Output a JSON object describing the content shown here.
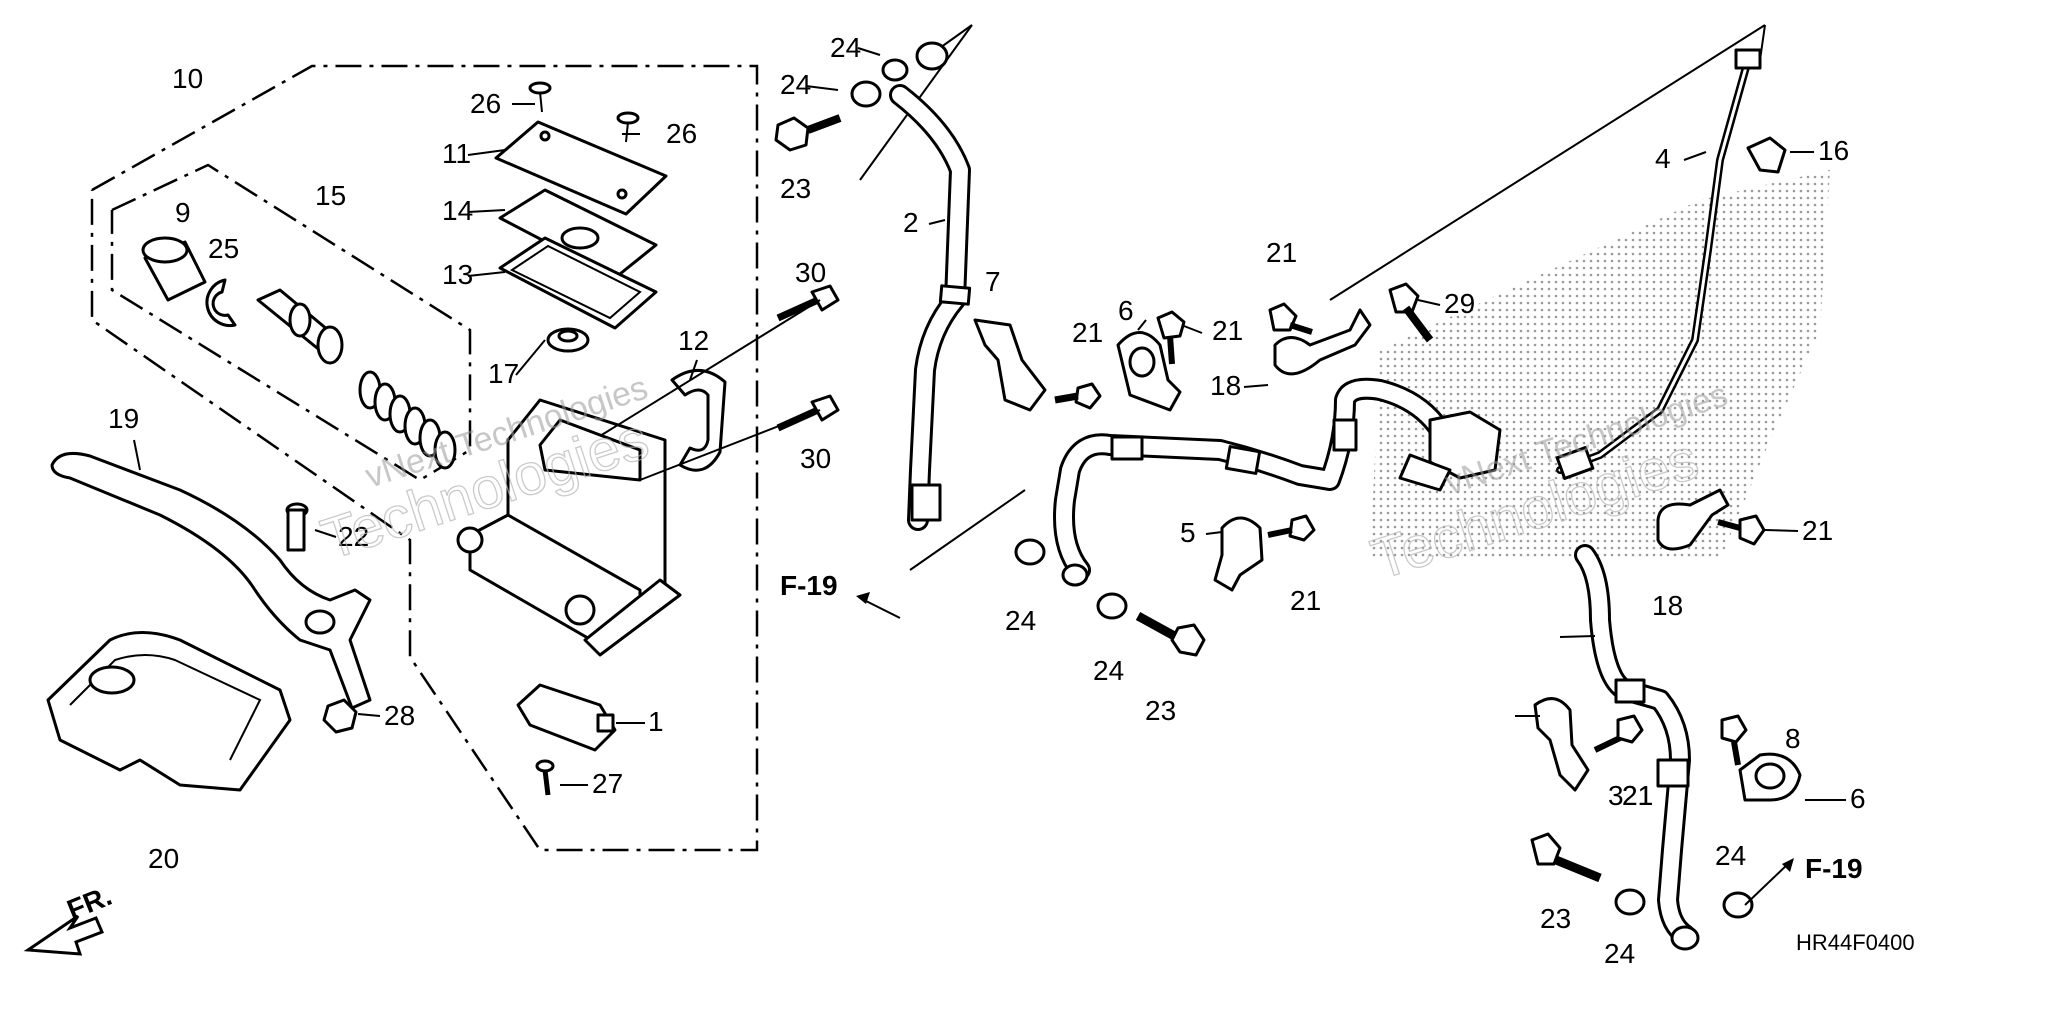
{
  "diagram": {
    "code": "HR44F0400",
    "watermark": "vNext Technologies",
    "watermark_large": "Technologies",
    "fr_label": "FR.",
    "f_refs": [
      "F-19",
      "F-19"
    ],
    "callouts": [
      "10",
      "15",
      "9",
      "25",
      "26",
      "26",
      "11",
      "14",
      "13",
      "17",
      "12",
      "30",
      "30",
      "19",
      "22",
      "28",
      "20",
      "1",
      "27",
      "24",
      "24",
      "23",
      "2",
      "7",
      "21",
      "6",
      "21",
      "21",
      "18",
      "29",
      "4",
      "16",
      "5",
      "21",
      "24",
      "24",
      "23",
      "21",
      "18",
      "3",
      "8",
      "21",
      "21",
      "6",
      "23",
      "24",
      "24"
    ]
  },
  "colors": {
    "line": "#000000",
    "background": "#ffffff",
    "watermark": "#9a9a9a",
    "shading": "#7a7a7a"
  }
}
